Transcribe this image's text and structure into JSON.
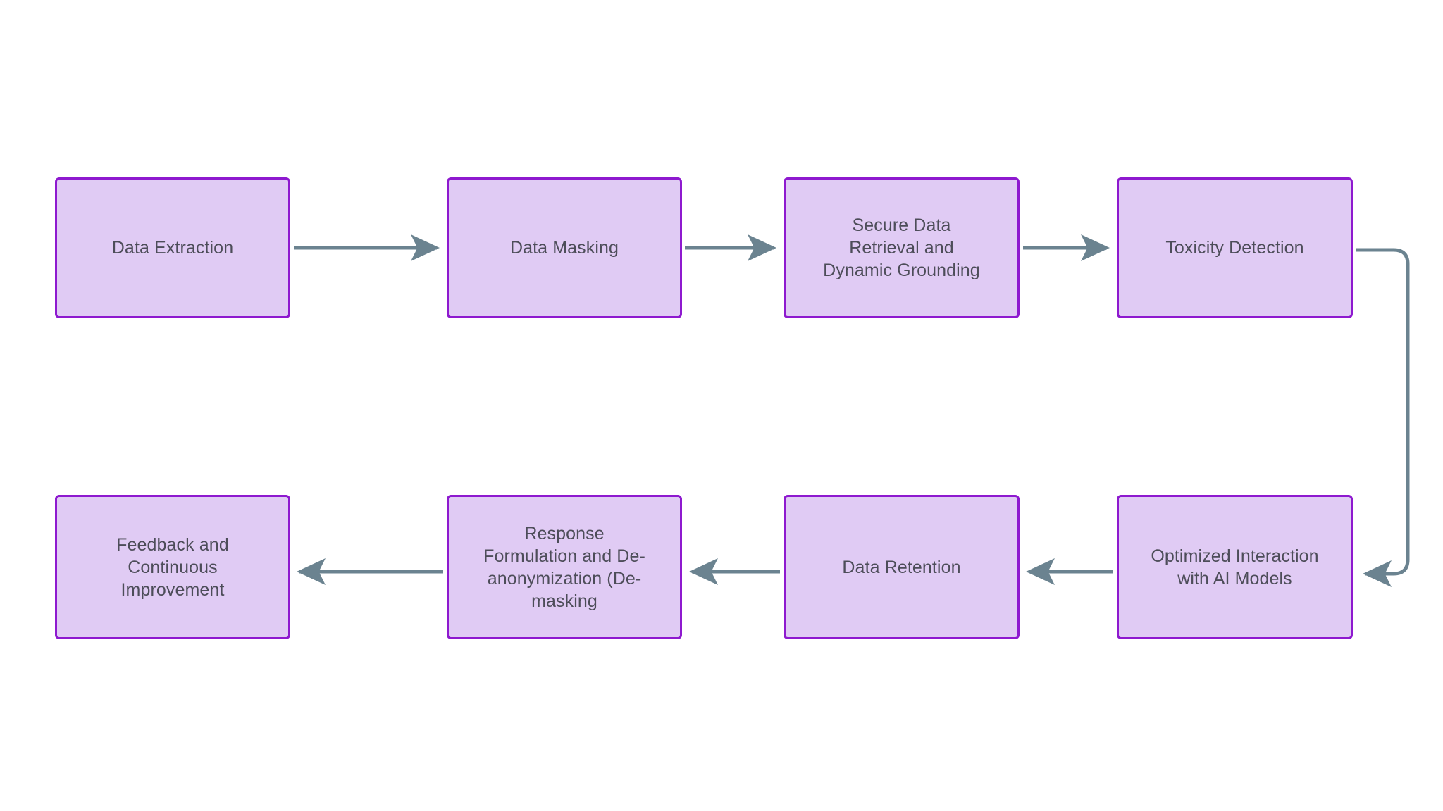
{
  "diagram": {
    "type": "flowchart",
    "direction": "left-to-right then right-to-left (serpentine)",
    "background_color": "#ffffff",
    "node_fill_color": "#e0cbf4",
    "node_border_color": "#8e19cf",
    "node_text_color": "#4d4d59",
    "edge_color": "#6b8390",
    "nodes": [
      {
        "id": "data-extraction",
        "label": "Data Extraction",
        "row": 1,
        "col": 1
      },
      {
        "id": "data-masking",
        "label": "Data Masking",
        "row": 1,
        "col": 2
      },
      {
        "id": "secure-data-retrieval",
        "label": "Secure Data\nRetrieval and\nDynamic Grounding",
        "row": 1,
        "col": 3
      },
      {
        "id": "toxicity-detection",
        "label": "Toxicity Detection",
        "row": 1,
        "col": 4
      },
      {
        "id": "optimized-interaction",
        "label": "Optimized Interaction\nwith AI Models",
        "row": 2,
        "col": 4
      },
      {
        "id": "data-retention",
        "label": "Data Retention",
        "row": 2,
        "col": 3
      },
      {
        "id": "response-formulation",
        "label": "Response\nFormulation and De-\nanonymization (De-\nmasking",
        "row": 2,
        "col": 2
      },
      {
        "id": "feedback-improvement",
        "label": "Feedback and\nContinuous\nImprovement",
        "row": 2,
        "col": 1
      }
    ],
    "edges": [
      {
        "from": "data-extraction",
        "to": "data-masking",
        "style": "straight-right-arrow"
      },
      {
        "from": "data-masking",
        "to": "secure-data-retrieval",
        "style": "straight-right-arrow"
      },
      {
        "from": "secure-data-retrieval",
        "to": "toxicity-detection",
        "style": "straight-right-arrow"
      },
      {
        "from": "toxicity-detection",
        "to": "optimized-interaction",
        "style": "rounded-wrap-down-arrow"
      },
      {
        "from": "optimized-interaction",
        "to": "data-retention",
        "style": "straight-left-arrow"
      },
      {
        "from": "data-retention",
        "to": "response-formulation",
        "style": "straight-left-arrow"
      },
      {
        "from": "response-formulation",
        "to": "feedback-improvement",
        "style": "straight-left-arrow"
      }
    ]
  }
}
